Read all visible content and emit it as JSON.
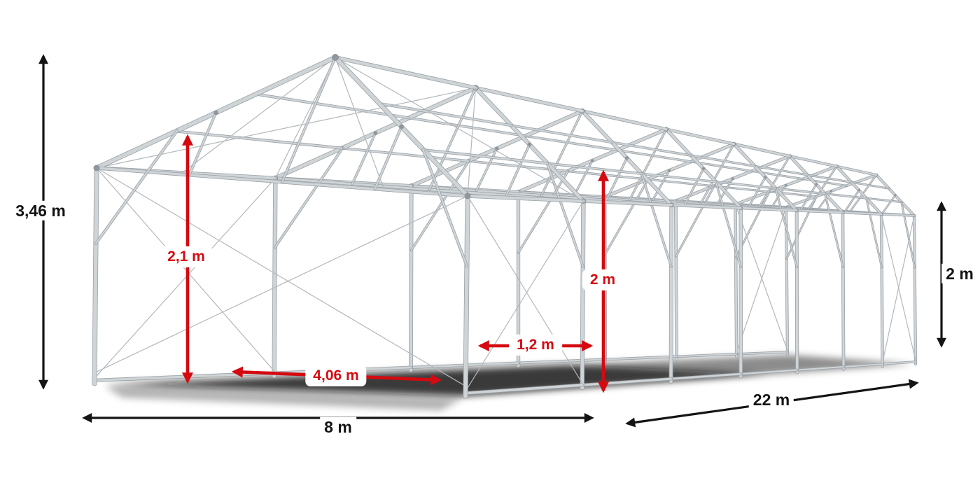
{
  "illustration": {
    "name": "tent-frame-skeleton",
    "description": "3D wireframe of a galvanized steel storage tent frame with dimension arrows"
  },
  "dimensions": {
    "total_height": "3,46 m",
    "truss_clearance": "2,1 m",
    "inner_height": "2 m",
    "side_height": "2 m",
    "module_length": "4,06 m",
    "post_spacing": "1,2 m",
    "width": "8 m",
    "length": "22 m"
  },
  "colors": {
    "accent_red": "#d40a10",
    "dimension_black": "#141414",
    "frame_light": "#cfd4d7",
    "frame_dark": "#9aa1a6",
    "background": "#ffffff"
  }
}
